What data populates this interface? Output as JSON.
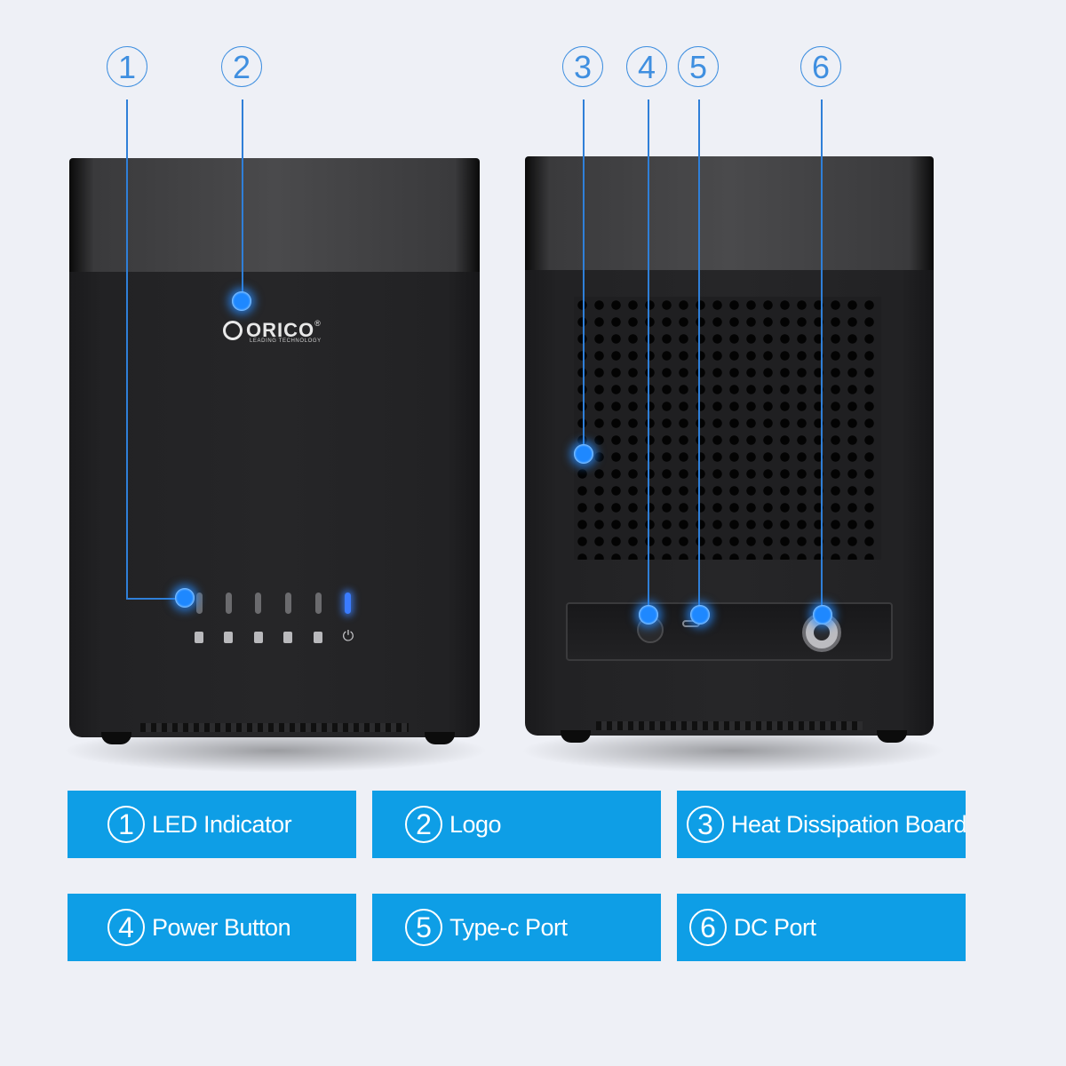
{
  "callouts": [
    "1",
    "2",
    "3",
    "4",
    "5",
    "6"
  ],
  "logo": {
    "brand": "ORICO",
    "registered": "®",
    "tagline": "LEADING TECHNOLOGY"
  },
  "front_panel": {
    "disk_leds": 5,
    "power_led_on": true,
    "power_symbol": "⏻"
  },
  "legend": [
    {
      "num": "1",
      "label": "LED Indicator"
    },
    {
      "num": "2",
      "label": "Logo"
    },
    {
      "num": "3",
      "label": "Heat Dissipation Board"
    },
    {
      "num": "4",
      "label": "Power Button"
    },
    {
      "num": "5",
      "label": "Type-c Port"
    },
    {
      "num": "6",
      "label": "DC Port"
    }
  ],
  "colors": {
    "accent": "#0e9ee6",
    "callout": "#3f8fe0",
    "background": "#eef0f6",
    "device": "#232325"
  },
  "icons": [
    "power-icon",
    "disk-icon",
    "type-c-port-icon",
    "dc-port-icon"
  ]
}
